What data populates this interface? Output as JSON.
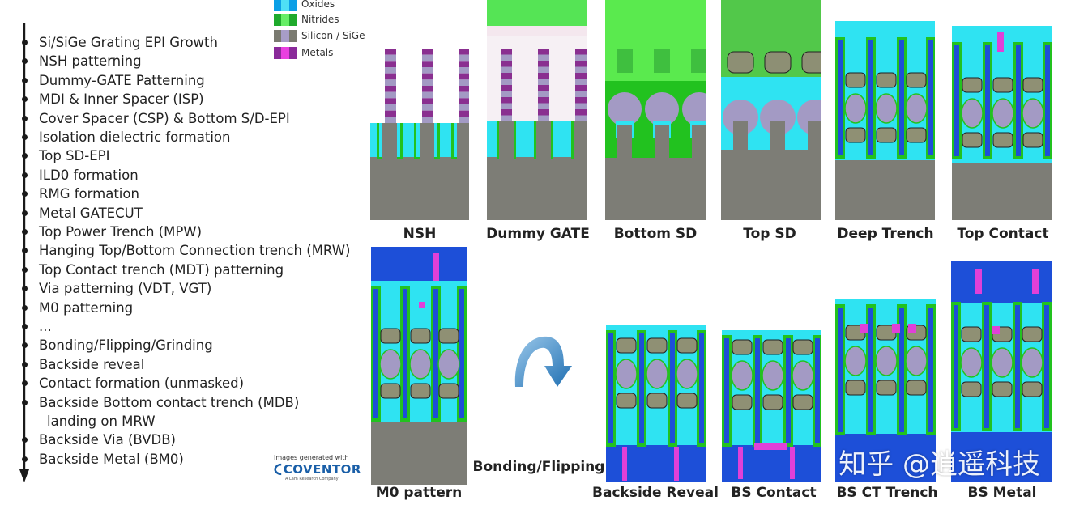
{
  "legend": [
    {
      "label": "Oxides",
      "colors": [
        "#0b9fe6",
        "#4fe0f5"
      ]
    },
    {
      "label": "Nitrides",
      "colors": [
        "#1faa2c",
        "#66ee66"
      ]
    },
    {
      "label": "Silicon / SiGe",
      "colors": [
        "#7a7a70",
        "#a79dc6"
      ]
    },
    {
      "label": "Metals",
      "colors": [
        "#8a2a9a",
        "#e93fe0"
      ]
    }
  ],
  "process_steps": [
    "Si/SiGe Grating EPI Growth",
    "NSH patterning",
    "Dummy-GATE Patterning",
    "MDI & Inner Spacer (ISP)",
    "Cover Spacer (CSP) & Bottom S/D-EPI",
    "Isolation dielectric formation",
    "Top SD-EPI",
    "ILD0 formation",
    "RMG formation",
    "Metal GATECUT",
    "Top Power Trench (MPW)",
    "Hanging Top/Bottom Connection trench (MRW)",
    "Top Contact trench (MDT) patterning",
    "Via patterning (VDT, VGT)",
    "M0 patterning",
    "...",
    "Bonding/Flipping/Grinding",
    "Backside reveal",
    "Contact formation (unmasked)",
    "Backside Bottom contact trench (MDB)",
    "landing on MRW",
    "Backside Via (BVDB)",
    "Backside Metal (BM0)"
  ],
  "panels_top": [
    "NSH",
    "Dummy GATE",
    "Bottom SD",
    "Top SD",
    "Deep Trench",
    "Top Contact"
  ],
  "panel_m0": "M0 pattern",
  "flip_label": "Bonding/Flipping",
  "panels_bottom": [
    "Backside Reveal",
    "BS Contact",
    "BS CT Trench",
    "BS Metal"
  ],
  "credit": {
    "line1": "Images generated with",
    "brand": "COVENTOR",
    "tagline": "A Lam Research Company"
  },
  "watermark": "知乎 @逍遥科技",
  "colors": {
    "oxide": "#2fe3f2",
    "nitride": "#22c21f",
    "silicon": "#7d7d76",
    "sige": "#a39ac4",
    "metal": "#e040d8",
    "deep_oxide": "#1d4fd8",
    "arrow": "#2f86c8"
  }
}
